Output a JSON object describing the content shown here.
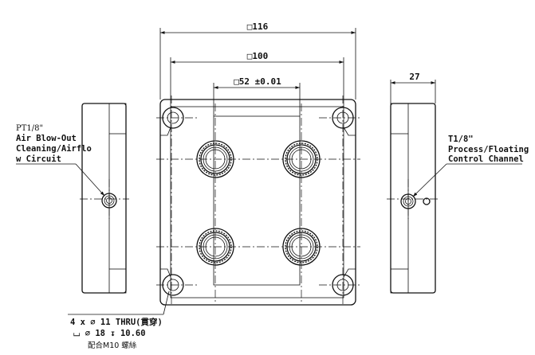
{
  "dimensions": {
    "overall_width": "□116",
    "inner_width": "□100",
    "port_spacing": "□52 ±0.01",
    "side_thickness": "27"
  },
  "left_callout": {
    "line1": "PT1/8\"",
    "line2": "Air Blow-Out",
    "line3": "Cleaning/Airflo",
    "line4": "w Circuit"
  },
  "right_callout": {
    "line1": "T1/8\"",
    "line2": "Process/Floating",
    "line3": "Control Channel"
  },
  "hole_callout": {
    "line1": "4 x ∅ 11 THRU(貫穿)",
    "line2": "⌴ ∅ 18 ↧ 10.60",
    "line3": "配合M10 螺絲"
  }
}
